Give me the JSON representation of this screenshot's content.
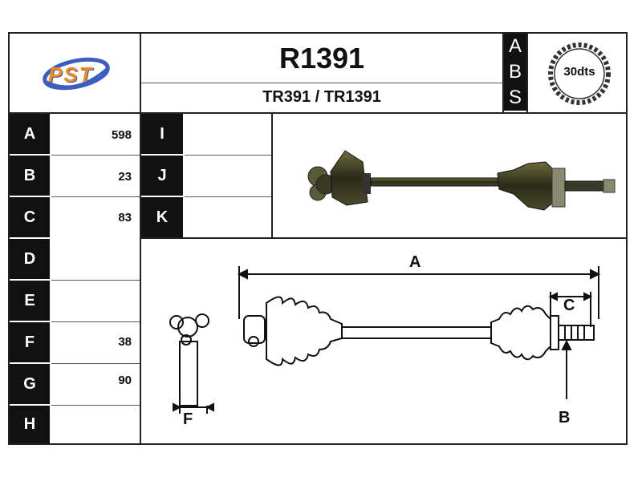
{
  "header": {
    "logo_text": "PST",
    "part_number": "R1391",
    "references": "TR391 / TR1391",
    "abs_letters": [
      "A",
      "B",
      "S"
    ],
    "teeth_badge": "30dts"
  },
  "specs": {
    "left": [
      {
        "letter": "A",
        "value": "598"
      },
      {
        "letter": "B",
        "value": "23"
      },
      {
        "letter": "C",
        "value": "83"
      },
      {
        "letter": "D",
        "value": ""
      },
      {
        "letter": "E",
        "value": ""
      },
      {
        "letter": "F",
        "value": "38"
      },
      {
        "letter": "G",
        "value": "90"
      },
      {
        "letter": "H",
        "value": ""
      }
    ],
    "right": [
      {
        "letter": "I",
        "value": ""
      },
      {
        "letter": "J",
        "value": ""
      },
      {
        "letter": "K",
        "value": ""
      }
    ]
  },
  "diagram": {
    "dim_a": "A",
    "dim_b": "B",
    "dim_c": "C",
    "dim_f": "F"
  },
  "colors": {
    "frame": "#222222",
    "label_bg": "#111111",
    "logo_blue": "#3a5fc0",
    "logo_orange": "#f08a1c"
  }
}
